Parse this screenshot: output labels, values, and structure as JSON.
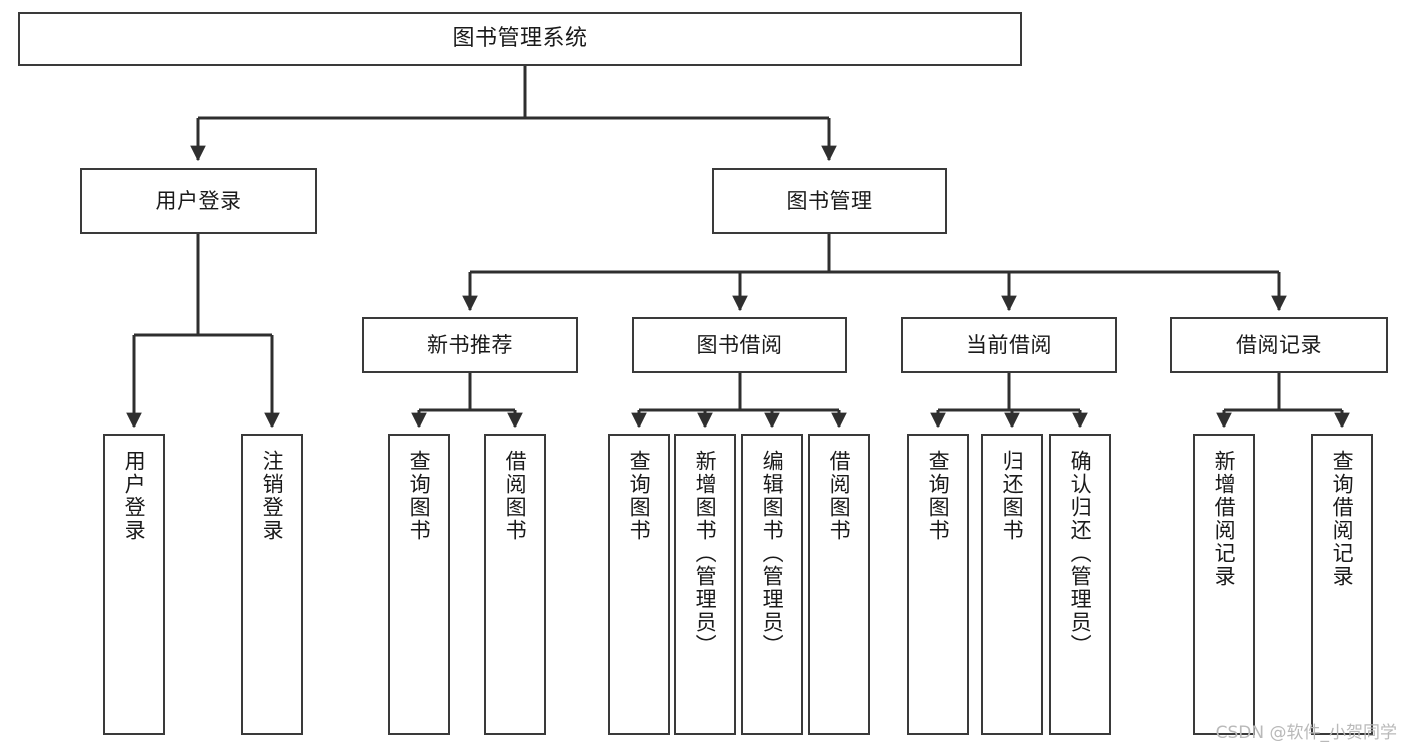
{
  "diagram": {
    "title": "图书管理系统",
    "type": "tree-hierarchy-chart",
    "orientation": "top-down",
    "colors": {
      "box_border": "#3a3a3a",
      "box_fill": "#ffffff",
      "edge": "#2f2f2f",
      "text": "#1a1a1a",
      "watermark": "#b9b9b9"
    },
    "root": {
      "label": "图书管理系统"
    },
    "level2": [
      {
        "id": "user-login",
        "label": "用户登录"
      },
      {
        "id": "book-manage",
        "label": "图书管理"
      }
    ],
    "level3": [
      {
        "id": "new-book-recommend",
        "label": "新书推荐"
      },
      {
        "id": "book-borrow",
        "label": "图书借阅"
      },
      {
        "id": "current-borrow",
        "label": "当前借阅"
      },
      {
        "id": "borrow-record",
        "label": "借阅记录"
      }
    ],
    "leaves": [
      {
        "id": "leaf-user-login",
        "label": "用户登录",
        "parent": "user-login"
      },
      {
        "id": "leaf-logout-login",
        "label": "注销登录",
        "parent": "user-login"
      },
      {
        "id": "leaf-query-book-1",
        "label": "查询图书",
        "parent": "new-book-recommend"
      },
      {
        "id": "leaf-borrow-book-1",
        "label": "借阅图书",
        "parent": "new-book-recommend"
      },
      {
        "id": "leaf-query-book-2",
        "label": "查询图书",
        "parent": "book-borrow"
      },
      {
        "id": "leaf-add-book",
        "label": "新增图书（管理员）",
        "parent": "book-borrow"
      },
      {
        "id": "leaf-edit-book",
        "label": "编辑图书（管理员）",
        "parent": "book-borrow"
      },
      {
        "id": "leaf-borrow-book-2",
        "label": "借阅图书",
        "parent": "book-borrow"
      },
      {
        "id": "leaf-query-book-3",
        "label": "查询图书",
        "parent": "current-borrow"
      },
      {
        "id": "leaf-return-book",
        "label": "归还图书",
        "parent": "current-borrow"
      },
      {
        "id": "leaf-confirm-return",
        "label": "确认归还（管理员）",
        "parent": "current-borrow"
      },
      {
        "id": "leaf-add-record",
        "label": "新增借阅记录",
        "parent": "borrow-record"
      },
      {
        "id": "leaf-query-record",
        "label": "查询借阅记录",
        "parent": "borrow-record"
      }
    ],
    "watermark": "CSDN @软件_小贺同学"
  }
}
